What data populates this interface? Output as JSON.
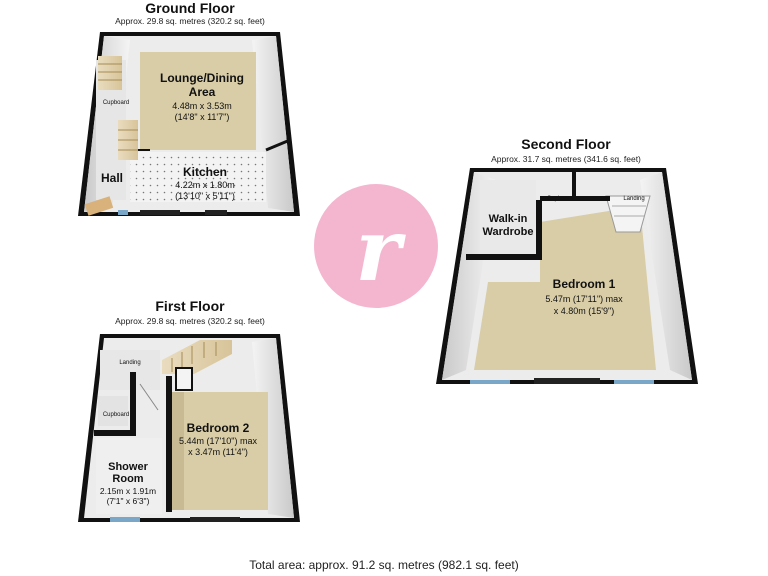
{
  "floors": {
    "ground": {
      "title": "Ground Floor",
      "subtitle": "Approx. 29.8 sq. metres (320.2 sq. feet)",
      "rooms": {
        "lounge_name_1": "Lounge/Dining",
        "lounge_name_2": "Area",
        "lounge_dim_1": "4.48m x 3.53m",
        "lounge_dim_2": "(14'8\" x 11'7\")",
        "kitchen_name": "Kitchen",
        "kitchen_dim_1": "4.22m x 1.80m",
        "kitchen_dim_2": "(13'10\" x 5'11\")",
        "cupboard": "Cupboard",
        "hall": "Hall"
      }
    },
    "first": {
      "title": "First Floor",
      "subtitle": "Approx. 29.8 sq. metres (320.2 sq. feet)",
      "rooms": {
        "landing": "Landing",
        "cupboard": "Cupboard",
        "bedroom2_name": "Bedroom 2",
        "bedroom2_dim_1": "5.44m (17'10\") max",
        "bedroom2_dim_2": "x 3.47m (11'4\")",
        "shower_name_1": "Shower",
        "shower_name_2": "Room",
        "shower_dim_1": "2.15m x 1.91m",
        "shower_dim_2": "(7'1\" x 6'3\")"
      }
    },
    "second": {
      "title": "Second Floor",
      "subtitle": "Approx. 31.7 sq. metres (341.6 sq. feet)",
      "rooms": {
        "walkin_name_1": "Walk-in",
        "walkin_name_2": "Wardrobe",
        "cupboard": "Cupboard",
        "landing": "Landing",
        "bedroom1_name": "Bedroom 1",
        "bedroom1_dim_1": "5.47m (17'11\") max",
        "bedroom1_dim_2": "x 4.80m (15'9\")"
      }
    }
  },
  "logo": {
    "letter": "r",
    "color": "#f4b6cf"
  },
  "total_area": "Total area: approx. 91.2 sq. metres (982.1 sq. feet)"
}
